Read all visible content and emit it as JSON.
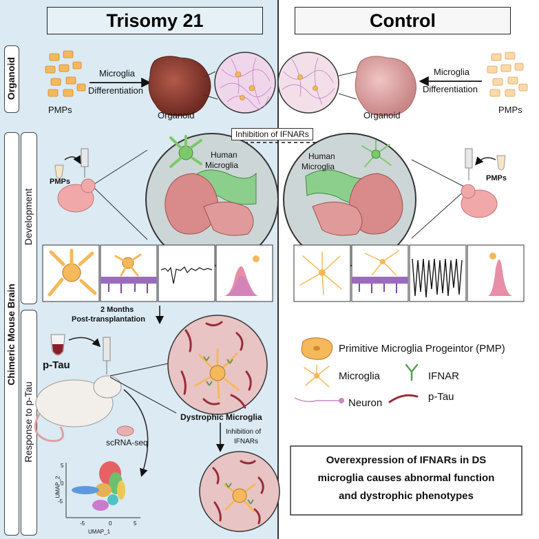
{
  "columns": {
    "left_title": "Trisomy 21",
    "right_title": "Control"
  },
  "side_labels": {
    "organoid": "Organoid",
    "chimeric_brain": "Chimeric Mouse Brain",
    "development": "Development",
    "response": "Response to p-Tau"
  },
  "organoid_row": {
    "left_pmps": "PMPs",
    "left_arrow_l1": "Microglia",
    "left_arrow_l2": "Differentiation",
    "left_organoid": "Organoid",
    "right_pmps": "PMPs",
    "right_arrow_l1": "Microglia",
    "right_arrow_l2": "Differentiation",
    "right_organoid": "Organoid"
  },
  "development_row": {
    "inhibition": "Inhibition of IFNARs",
    "left_hm_l1": "Human",
    "left_hm_l2": "Microglia",
    "right_hm_l1": "Human",
    "right_hm_l2": "Microglia",
    "left_pmps": "PMPs",
    "right_pmps": "PMPs"
  },
  "response_row": {
    "months_l1": "2 Months",
    "months_l2": "Post-transplantation",
    "ptau": "p-Tau",
    "scrna": "scRNA-seq",
    "dystrophic": "Dystrophic Microglia",
    "inhib_l1": "Inhibition of",
    "inhib_l2": "IFNARs",
    "umap_x": "UMAP_1",
    "umap_y": "UMAP_2",
    "umap_xticks": [
      "-5",
      "0",
      "5"
    ],
    "umap_yticks": [
      "5",
      "0",
      "-5"
    ]
  },
  "legend": {
    "pmp": "Primitive Microglia Progeintor (PMP)",
    "microglia": "Microglia",
    "ifnar": "IFNAR",
    "neuron": "Neuron",
    "ptau": "p-Tau"
  },
  "conclusion": {
    "line1": "Overexpression of IFNARs in DS",
    "line2": "microglia causes abnormal function",
    "line3": "and dystrophic phenotypes"
  },
  "colors": {
    "left_panel": "#dbeaf3",
    "microglia_orange": "#f5b85a",
    "microglia_green": "#7cc86a",
    "brain_pink": "#d98a8a",
    "organoid_dark": "#8c3a30",
    "organoid_light": "#e0a3a3",
    "ifnar_green": "#5a9a5a",
    "ptau_red": "#9a2b3a"
  }
}
